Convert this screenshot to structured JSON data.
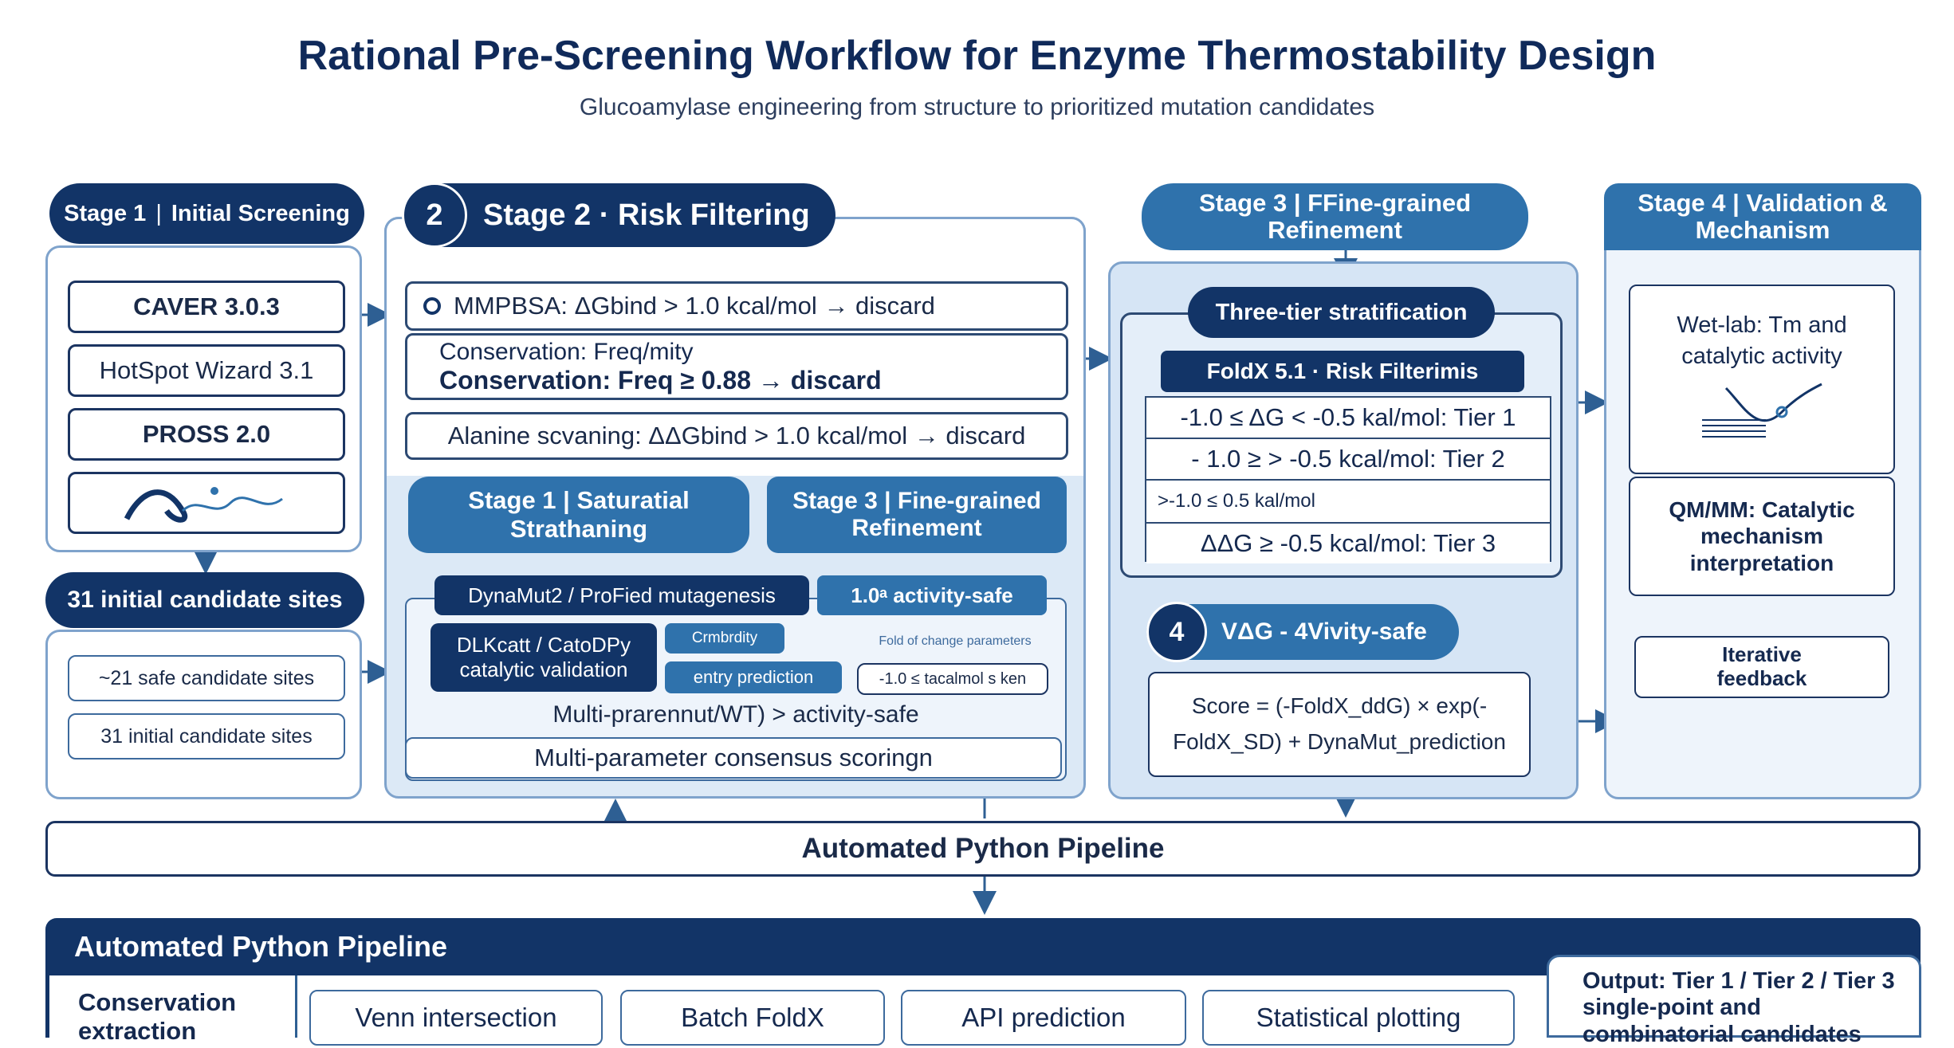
{
  "header": {
    "title": "Rational Pre-Screening Workflow for Enzyme Thermostability Design",
    "subtitle": "Glucoamylase engineering from structure to prioritized mutation candidates"
  },
  "stage1": {
    "tag_num": "Stage 1",
    "tag_name": "Initial Screening",
    "tools": [
      "CAVER 3.0.3",
      "HotSpot Wizard 3.1",
      "PROSS 2.0"
    ],
    "sites_label": "31 initial candidate sites",
    "sub_items": [
      "~21 safe candidate sites",
      "31 initial candidate sites"
    ]
  },
  "stage2": {
    "badge": "2",
    "title": "Stage 2 · Risk Filtering",
    "mmpbsa": "MMPBSA: ΔGbind > 1.0 kcal/mol → discard",
    "conservation_a": "Conservation: Freq/mity",
    "conservation_b": "Conservation: Freq ≥ 0.88 → discard",
    "alanine": "Alanine scvaning: ΔΔGbind > 1.0 kcal/mol → discard",
    "inner_stage1_num": "Stage 1",
    "inner_stage1_name": "Saturatial Strathaning",
    "inner_stage3_num": "Stage 3",
    "inner_stage3_name": "Fine-grained Refinement",
    "dynamut": "DynaMut2 / ProFied mutagenesis",
    "activity_safe_tag": "1.0ᵃ activity-safe",
    "dlkcat": "DLKcatt / CatoDPy catalytic validation",
    "chip_a": "Crmbrdity",
    "chip_b": "entry prediction",
    "fold_note": "Fold of change parameters",
    "fold_value": "-1.0 ≤ tacalmol s ken",
    "multi_ratio": "Multi-prarennut/WT) > activity-safe",
    "consensus": "Multi-parameter consensus scoringn"
  },
  "stage3": {
    "tag": "Stage 3 | FFine-grained Refinement",
    "stratification": "Three-tier stratification",
    "foldx": "FoldX 5.1 · Risk Filterimis",
    "tiers": [
      "-1.0 ≤ ΔG < -0.5 kal/mol: Tier 1",
      "- 1.0 ≥ > -0.5 kcal/mol: Tier 2",
      ">-1.0 ≤ 0.5 kal/mol",
      "ΔΔG ≥ -0.5 kcal/mol: Tier 3"
    ],
    "badge": "4",
    "score_tag": "VΔG - 4Vivity-safe",
    "score_line1": "Score = (-FoldX_ddG) × exp(-",
    "score_line2": "FoldX_SD) + DynaMut_prediction"
  },
  "stage4": {
    "tag": "Stage 4 | Validation & Mechanism",
    "wetlab": "Wet-lab: Tm and catalytic activity",
    "qmmm": "QM/MM: Catalytic mechanism interpretation",
    "iterative": "Iterative feedback"
  },
  "pipeline_bar": "Automated Python Pipeline",
  "bottom": {
    "header": "Automated Python Pipeline",
    "conservation": "Conservation extraction",
    "items": [
      "Venn intersection",
      "Batch FoldX",
      "API prediction",
      "Statistical plotting"
    ],
    "output_line1": "Output: Tier 1 / Tier 2 / Tier 3",
    "output_line2": "single-point and",
    "output_line3": "combinatorial candidates"
  },
  "colors": {
    "navy": "#123467",
    "mid_blue": "#2f72ac",
    "light_panel": "#d6e5f5",
    "border": "#7fa3cc"
  }
}
